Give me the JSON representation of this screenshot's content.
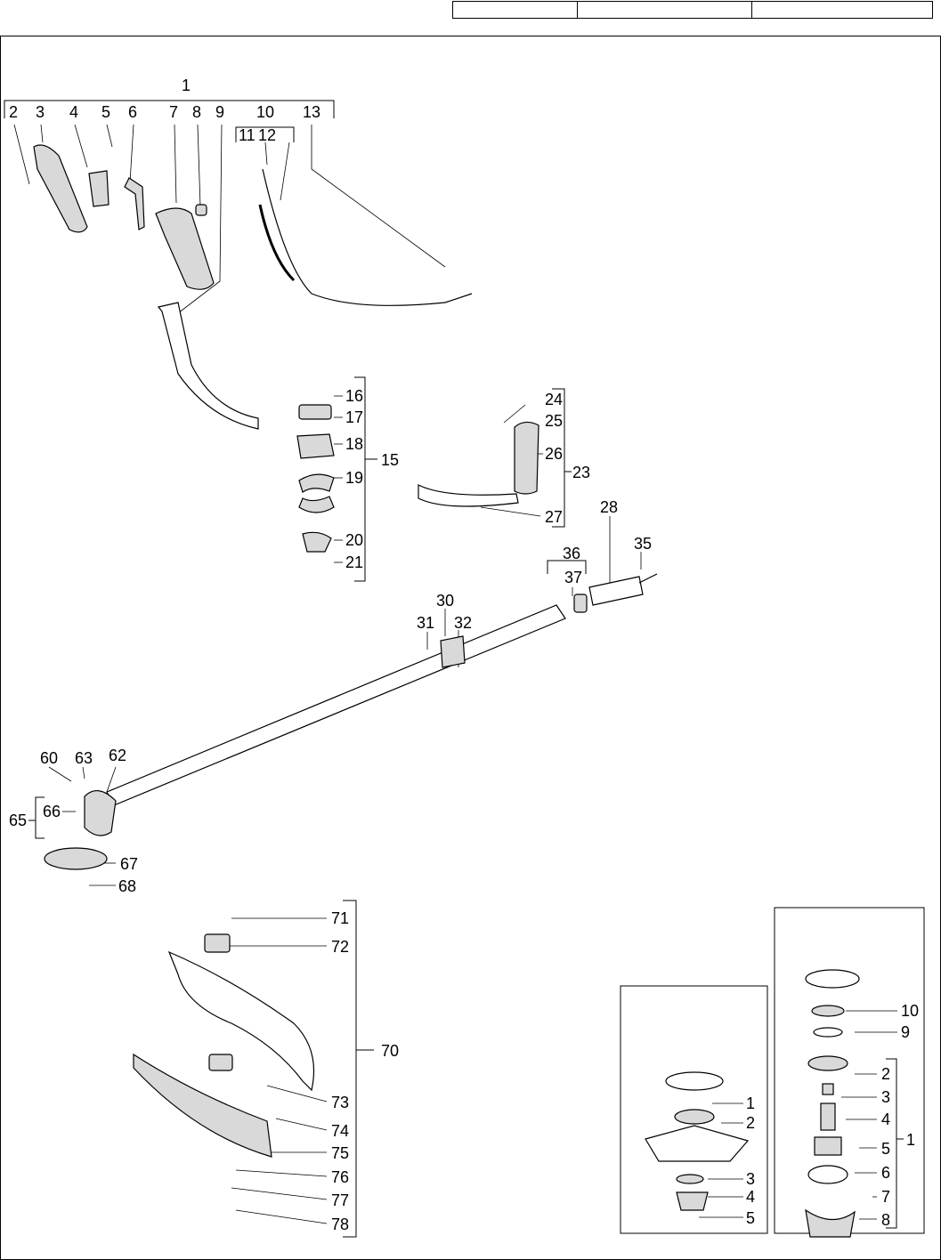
{
  "header": {
    "cells": [
      "",
      "",
      ""
    ]
  },
  "main_diagram": {
    "labels": [
      "1",
      "2",
      "3",
      "4",
      "5",
      "6",
      "7",
      "8",
      "9",
      "10",
      "11",
      "12",
      "13",
      "15",
      "16",
      "17",
      "18",
      "19",
      "20",
      "21",
      "23",
      "24",
      "25",
      "26",
      "27",
      "28",
      "30",
      "31",
      "32",
      "35",
      "36",
      "37",
      "60",
      "62",
      "63",
      "65",
      "66",
      "67",
      "68",
      "70",
      "71",
      "72",
      "73",
      "74",
      "75",
      "76",
      "77",
      "78"
    ]
  },
  "inset_blade": {
    "labels": [
      "1",
      "2",
      "3",
      "4",
      "5"
    ]
  },
  "inset_head": {
    "labels": [
      "10",
      "9",
      "2",
      "3",
      "4",
      "5",
      "6",
      "7",
      "8",
      "1"
    ]
  },
  "colors": {
    "line": "#000000",
    "part_fill": "#d9d9d9",
    "background": "#ffffff"
  }
}
